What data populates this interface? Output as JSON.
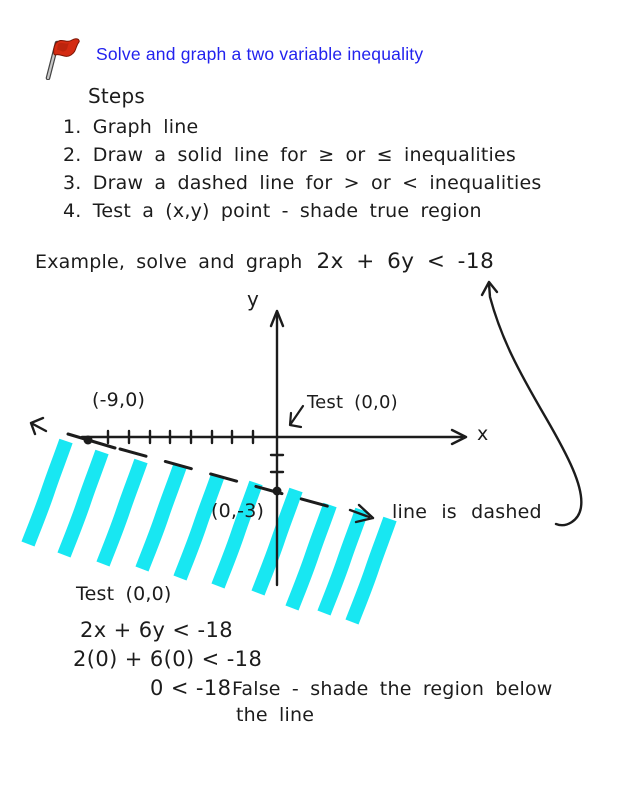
{
  "header": {
    "title": "Solve and graph a two variable inequality",
    "flag_icon": "red-flag"
  },
  "steps": {
    "heading": "Steps",
    "items": [
      "1. Graph line",
      "2. Draw a solid line for ≥ or ≤ inequalities",
      "3. Draw a dashed line for > or < inequalities",
      "4. Test a (x,y) point - shade true region"
    ]
  },
  "example": {
    "prefix": "Example, solve and graph",
    "inequality": "2x + 6y < -18"
  },
  "graph": {
    "y_axis_label": "y",
    "x_axis_label": "x",
    "x_intercept_label": "(-9,0)",
    "y_intercept_label": "(0,-3)",
    "test_point_label": "Test (0,0)",
    "dashed_note": "line is dashed",
    "line_style": "dashed",
    "highlight_color": "#18e7f2"
  },
  "work": {
    "test_label": "Test (0,0)",
    "line1": "2x + 6y < -18",
    "line2": "2(0) + 6(0) < -18",
    "line3": "0 < -18",
    "conclusion1": "False - shade the region below",
    "conclusion2": "the line"
  },
  "colors": {
    "title_blue": "#2222ee",
    "ink": "#1c1c1c",
    "highlight_cyan": "#18e7f2",
    "flag_red": "#d42b12"
  }
}
